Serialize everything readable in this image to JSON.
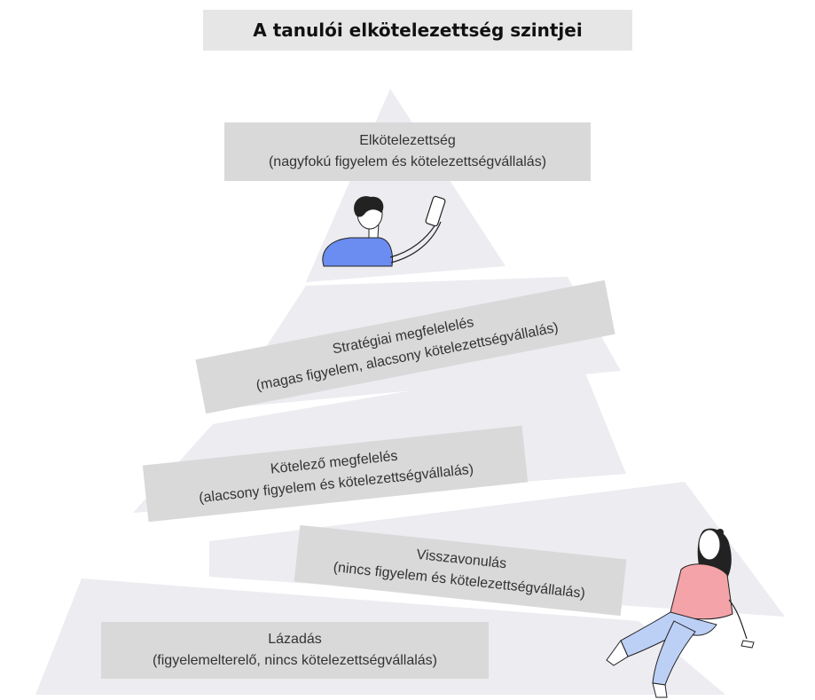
{
  "title": "A tanulói elkötelezettség szintjei",
  "levels": [
    {
      "name": "Elkötelezettség",
      "desc": "(nagyfokú figyelem és kötelezettségvállalás)"
    },
    {
      "name": "Stratégiai megfelelelés",
      "desc": "(magas figyelem, alacsony kötelezettségvállalás)"
    },
    {
      "name": "Kötelező megfelelés",
      "desc": "(alacsony figyelem és kötelezettségvállalás)"
    },
    {
      "name": "Visszavonulás",
      "desc": "(nincs figyelem és kötelezettségvállalás)"
    },
    {
      "name": "Lázadás",
      "desc": "(figyelemelterelő, nincs kötelezettségvállalás)"
    }
  ],
  "colors": {
    "tier": "#ececf1",
    "label_bg": "#d9d9d9",
    "title_bg": "#e6e6e6",
    "shirt_blue": "#6b8cf0",
    "shirt_pink": "#f4a3a8",
    "pants_blue": "#bcd0f6"
  },
  "icons": [
    "person-with-phone-illustration",
    "sitting-person-illustration"
  ]
}
